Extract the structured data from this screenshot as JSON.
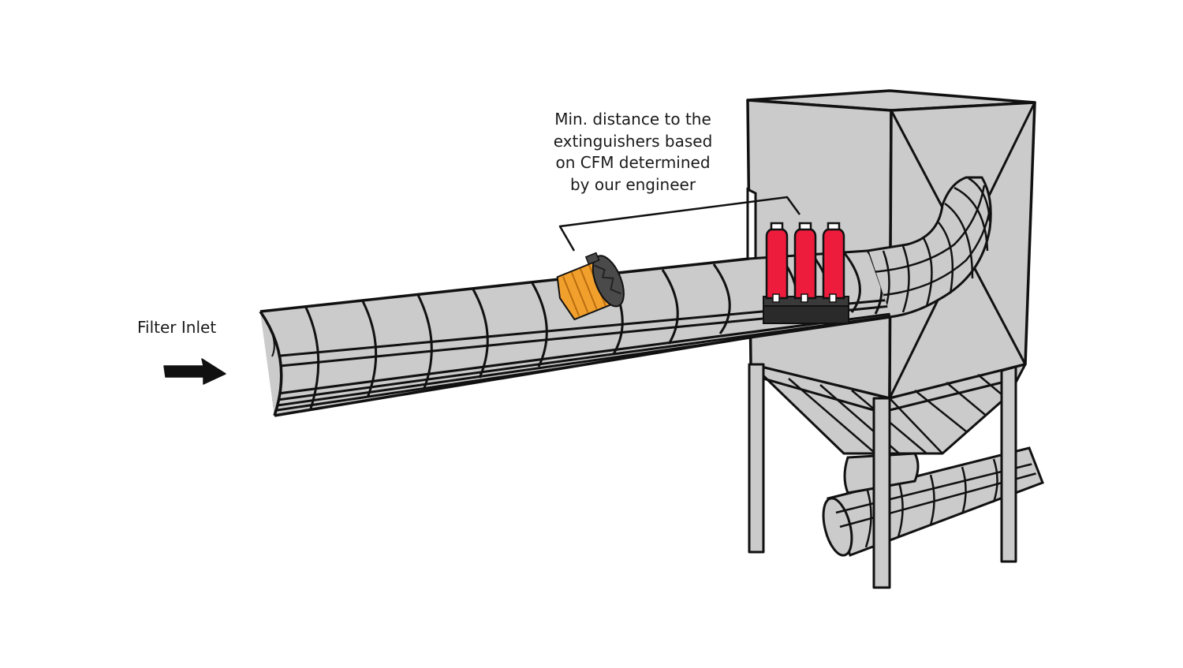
{
  "labels": {
    "filter_inlet": "Filter Inlet",
    "callout_lines": [
      "Min. distance to the",
      "extinguishers based",
      "on CFM determined",
      "by our engineer"
    ]
  },
  "icons": {
    "arrow": "flow-arrow-icon",
    "detector": "spark-detector-icon",
    "extinguishers": "extinguisher-cylinder-icon"
  },
  "colors": {
    "duct_fill": "#cbcbcb",
    "outline": "#111111",
    "detector_orange": "#f2a02d",
    "detector_dark": "#4a4a4a",
    "extinguisher_red": "#ee1c3c",
    "mount_black": "#2a2a2a",
    "background": "#ffffff"
  }
}
